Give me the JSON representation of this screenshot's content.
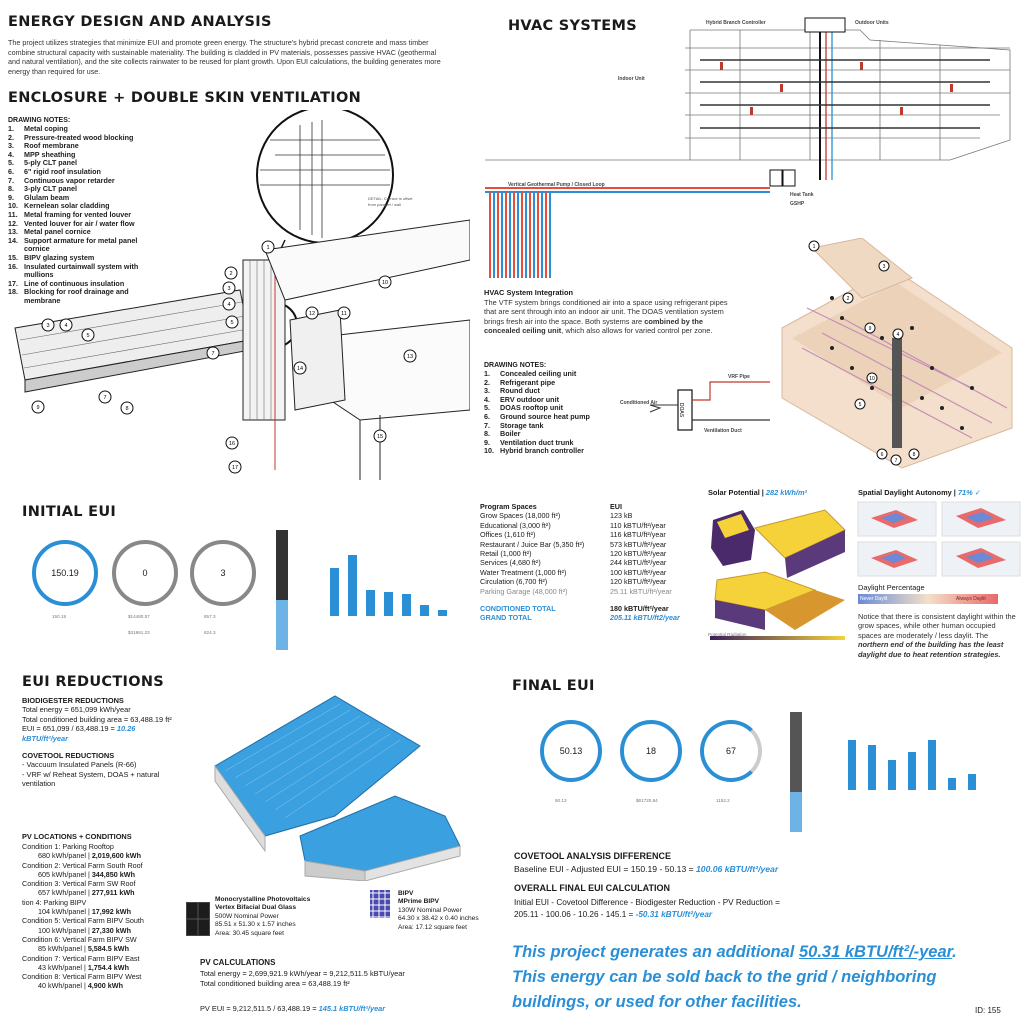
{
  "energy": {
    "title": "ENERGY DESIGN AND ANALYSIS",
    "para": "The project utilizes strategies that minimize EUI and promote green energy. The structure's hybrid precast concrete and mass timber combine structural capacity with sustainable materiality. The building is cladded in PV materials, possesses passive HVAC (geothermal and natural ventilation), and the site collects rainwater to be reused for plant growth. Upon EUI calculations, the building generates more energy than required for use."
  },
  "enclosure": {
    "title": "ENCLOSURE + DOUBLE SKIN VENTILATION",
    "notes_title": "DRAWING NOTES:",
    "notes": [
      {
        "n": "1.",
        "t": "Metal coping"
      },
      {
        "n": "2.",
        "t": "Pressure-treated wood blocking"
      },
      {
        "n": "3.",
        "t": "Roof membrane"
      },
      {
        "n": "4.",
        "t": "MPP sheathing"
      },
      {
        "n": "5.",
        "t": "5-ply CLT panel"
      },
      {
        "n": "6.",
        "t": "6\" rigid roof insulation"
      },
      {
        "n": "7.",
        "t": "Continuous vapor retarder"
      },
      {
        "n": "8.",
        "t": "3-ply CLT panel"
      },
      {
        "n": "9.",
        "t": "Glulam beam"
      },
      {
        "n": "10.",
        "t": "Kernelean solar cladding"
      },
      {
        "n": "11.",
        "t": "Metal framing for vented louver"
      },
      {
        "n": "12.",
        "t": "Vented louver for air / water flow"
      },
      {
        "n": "13.",
        "t": "Metal panel cornice"
      },
      {
        "n": "14.",
        "t": "Support armature for metal panel cornice"
      },
      {
        "n": "15.",
        "t": "BIPV glazing system"
      },
      {
        "n": "16.",
        "t": "Insulated curtainwall system with mullions"
      },
      {
        "n": "17.",
        "t": "Line of continuous insulation"
      },
      {
        "n": "18.",
        "t": "Blocking for roof drainage and membrane"
      }
    ],
    "callouts": [
      "1",
      "2",
      "3",
      "4",
      "5",
      "6",
      "7",
      "8",
      "9",
      "10",
      "11",
      "12",
      "13",
      "14",
      "15",
      "16",
      "17"
    ]
  },
  "hvac": {
    "title": "HVAC SYSTEMS",
    "labels": {
      "hybrid": "Hybrid Branch Controller",
      "outdoor": "Outdoor Units",
      "indoor": "Indoor Unit",
      "geo": "Vertical Geothermal Pump / Closed Loop",
      "heat": "Heat Tank",
      "gshp": "GSHP",
      "vrf": "VRF Pipe",
      "cond": "Conditioned Air",
      "vent": "Ventilation Duct",
      "doas": "DOAS"
    },
    "integration_title": "HVAC System Integration",
    "integration_text": "The VTF system brings conditioned air into a space using refrigerant pipes that are sent through into an indoor air unit. The DOAS ventilation system brings fresh air into the space. Both systems are ",
    "integration_bold": "combined by the concealed ceiling unit",
    "integration_end": ", which also allows for varied control per zone.",
    "notes_title": "DRAWING NOTES:",
    "notes": [
      {
        "n": "1.",
        "t": "Concealed ceiling unit"
      },
      {
        "n": "2.",
        "t": "Refrigerant pipe"
      },
      {
        "n": "3.",
        "t": "Round duct"
      },
      {
        "n": "4.",
        "t": "ERV outdoor unit"
      },
      {
        "n": "5.",
        "t": "DOAS rooftop unit"
      },
      {
        "n": "6.",
        "t": "Ground source heat pump"
      },
      {
        "n": "7.",
        "t": "Storage tank"
      },
      {
        "n": "8.",
        "t": "Boiler"
      },
      {
        "n": "9.",
        "t": "Ventilation duct trunk"
      },
      {
        "n": "10.",
        "t": "Hybrid branch controller"
      }
    ]
  },
  "initial": {
    "title": "INITIAL EUI",
    "ring1": "150.19",
    "ring2": "0",
    "ring3": "3",
    "v1": "150.19",
    "v2": "$14480.57",
    "v3": "$31861.23",
    "v4": "857.3",
    "v5": "824.3"
  },
  "program": {
    "h1": "Program Spaces",
    "h2": "EUI",
    "rows": [
      {
        "a": "Grow Spaces (18,000 ft²)",
        "b": "123 kB"
      },
      {
        "a": "Educational (3,000 ft²)",
        "b": "110 kBTU/ft²/year"
      },
      {
        "a": "Offices (1,610 ft²)",
        "b": "116 kBTU/ft²/year"
      },
      {
        "a": "Restaurant / Juice Bar (5,350 ft²)",
        "b": "573 kBTU/ft²/year"
      },
      {
        "a": "Retail (1,000 ft²)",
        "b": "120 kBTU/ft²/year"
      },
      {
        "a": "Services (4,680 ft²)",
        "b": "244 kBTU/ft²/year"
      },
      {
        "a": "Water Treatment (1,000 ft²)",
        "b": "100 kBTU/ft²/year"
      },
      {
        "a": "Circulation (6,700 ft²)",
        "b": "120 kBTU/ft²/year"
      },
      {
        "a": "Parking Garage (48,000 ft²)",
        "b": "25.11 kBTU/ft²/year"
      }
    ],
    "cond_label": "CONDITIONED TOTAL",
    "cond_value": "180 kBTU/ft²/year",
    "grand_label": "GRAND TOTAL",
    "grand_value": "205.11 kBTU/ft2/year"
  },
  "solar": {
    "title": "Solar Potential | ",
    "value": "282 kWh/m²",
    "sda_title": "Spatial Daylight Autonomy | ",
    "sda_value": "71% ✓",
    "dp_title": "Daylight Percentage",
    "dp_low": "Never Daylit",
    "dp_high": "Always Daylit",
    "text1": "Notice that there is consistent daylight within the grow spaces, while other human occupied spaces are moderately / less daylit. The ",
    "text_bold": "northern end of the building has the least daylight due to heat retention strategies.",
    "rad": "Potential Radiation"
  },
  "reductions": {
    "title": "EUI REDUCTIONS",
    "bio_title": "BIODIGESTER REDUCTIONS",
    "bio1": "Total energy = 651,099 kWh/year",
    "bio2": "Total conditioned building area = 63,488.19 ft²",
    "bio3": "EUI = 651,099 / 63,488.19 = ",
    "bio3b": "10.26 kBTU/ft²/year",
    "cove_title": "COVETOOL REDUCTIONS",
    "cove1": "- Vaccuum Insulated Panels (R-66)",
    "cove2": "- VRF w/ Reheat System, DOAS + natural ventilation"
  },
  "pvloc": {
    "title": "PV LOCATIONS + CONDITIONS",
    "items": [
      {
        "a": "Condition 1: Parking Rooftop",
        "b": "680 kWh/panel  |  ",
        "c": "2,019,600 kWh"
      },
      {
        "a": "Condition 2: Vertical Farm South Roof",
        "b": "605 kWh/panel  |  ",
        "c": "344,850 kWh"
      },
      {
        "a": "Condition 3: Vertical Farm SW Roof",
        "b": "657 kWh/panel  |  ",
        "c": "277,911 kWh"
      },
      {
        "a": "tion 4: Parking BIPV",
        "b": "104 kWh/panel  |  ",
        "c": "17,992 kWh"
      },
      {
        "a": "Condition 5: Vertical Farm BIPV South",
        "b": "100 kWh/panel  |  ",
        "c": "27,330 kWh"
      },
      {
        "a": "Condition 6: Vertical Farm BIPV SW",
        "b": "85 kWh/panel  |  ",
        "c": "5,584.5 kWh"
      },
      {
        "a": "Condition 7: Vertical Farm BIPV East",
        "b": "43 kWh/panel  |  ",
        "c": "1,754.4 kWh"
      },
      {
        "a": "Condition 8: Vertical Farm BIPV West",
        "b": "40 kWh/panel  |  ",
        "c": "4,900 kWh"
      }
    ]
  },
  "mono": {
    "title": "Monocrystalline Photovoltaics",
    "sub": "Vertex Bifacial Dual Glass",
    "l1": "500W Nominal Power",
    "l2": "85.51 x 51.30 x 1.57 inches",
    "l3": "Area: 30.45 square feet"
  },
  "bipv": {
    "title": "BIPV",
    "sub": "MPrime BIPV",
    "l1": "130W Nominal Power",
    "l2": "64.30 x 38.42 x 0.40 inches",
    "l3": "Area: 17.12 square feet"
  },
  "pvcalc": {
    "title": "PV CALCULATIONS",
    "l1": "Total energy = 2,699,921.9 kWh/year = 9,212,511.5 kBTU/year",
    "l2": "Total conditioned building area = 63,488.19 ft²",
    "l3": "PV EUI = 9,212,511.5 / 63,488.19 = ",
    "l3b": "145.1 kBTU/ft²/year"
  },
  "final": {
    "title": "FINAL EUI",
    "ring1": "50.13",
    "ring2": "18",
    "ring3": "67",
    "v1": "50.13",
    "v2": "$61720.84",
    "v3": "1152.2"
  },
  "covetool": {
    "title": "COVETOOL ANALYSIS DIFFERENCE",
    "line": "Baseline EUI - Adjusted EUI = 150.19 - 50.13 = ",
    "lineb": "100.06 kBTU/ft²/year"
  },
  "overall": {
    "title": "OVERALL FINAL EUI CALCULATION",
    "l1": "Initial EUI - Covetool Difference - Biodigester Reduction - PV Reduction =",
    "l2": "205.11 - 100.06 - 10.26 - 145.1 = ",
    "l2b": "-50.31 kBTU/ft²/year"
  },
  "summary": {
    "pre": "This project generates an additional ",
    "val": "50.31 kBTU/ft²/-year",
    "post": ". This energy can be sold back to the grid / neighboring buildings, or used for other facilities."
  },
  "id": "ID: 155",
  "colors": {
    "accent": "#2b8fd6",
    "orange": "#e8a34a",
    "purple": "#5a3a7a"
  }
}
